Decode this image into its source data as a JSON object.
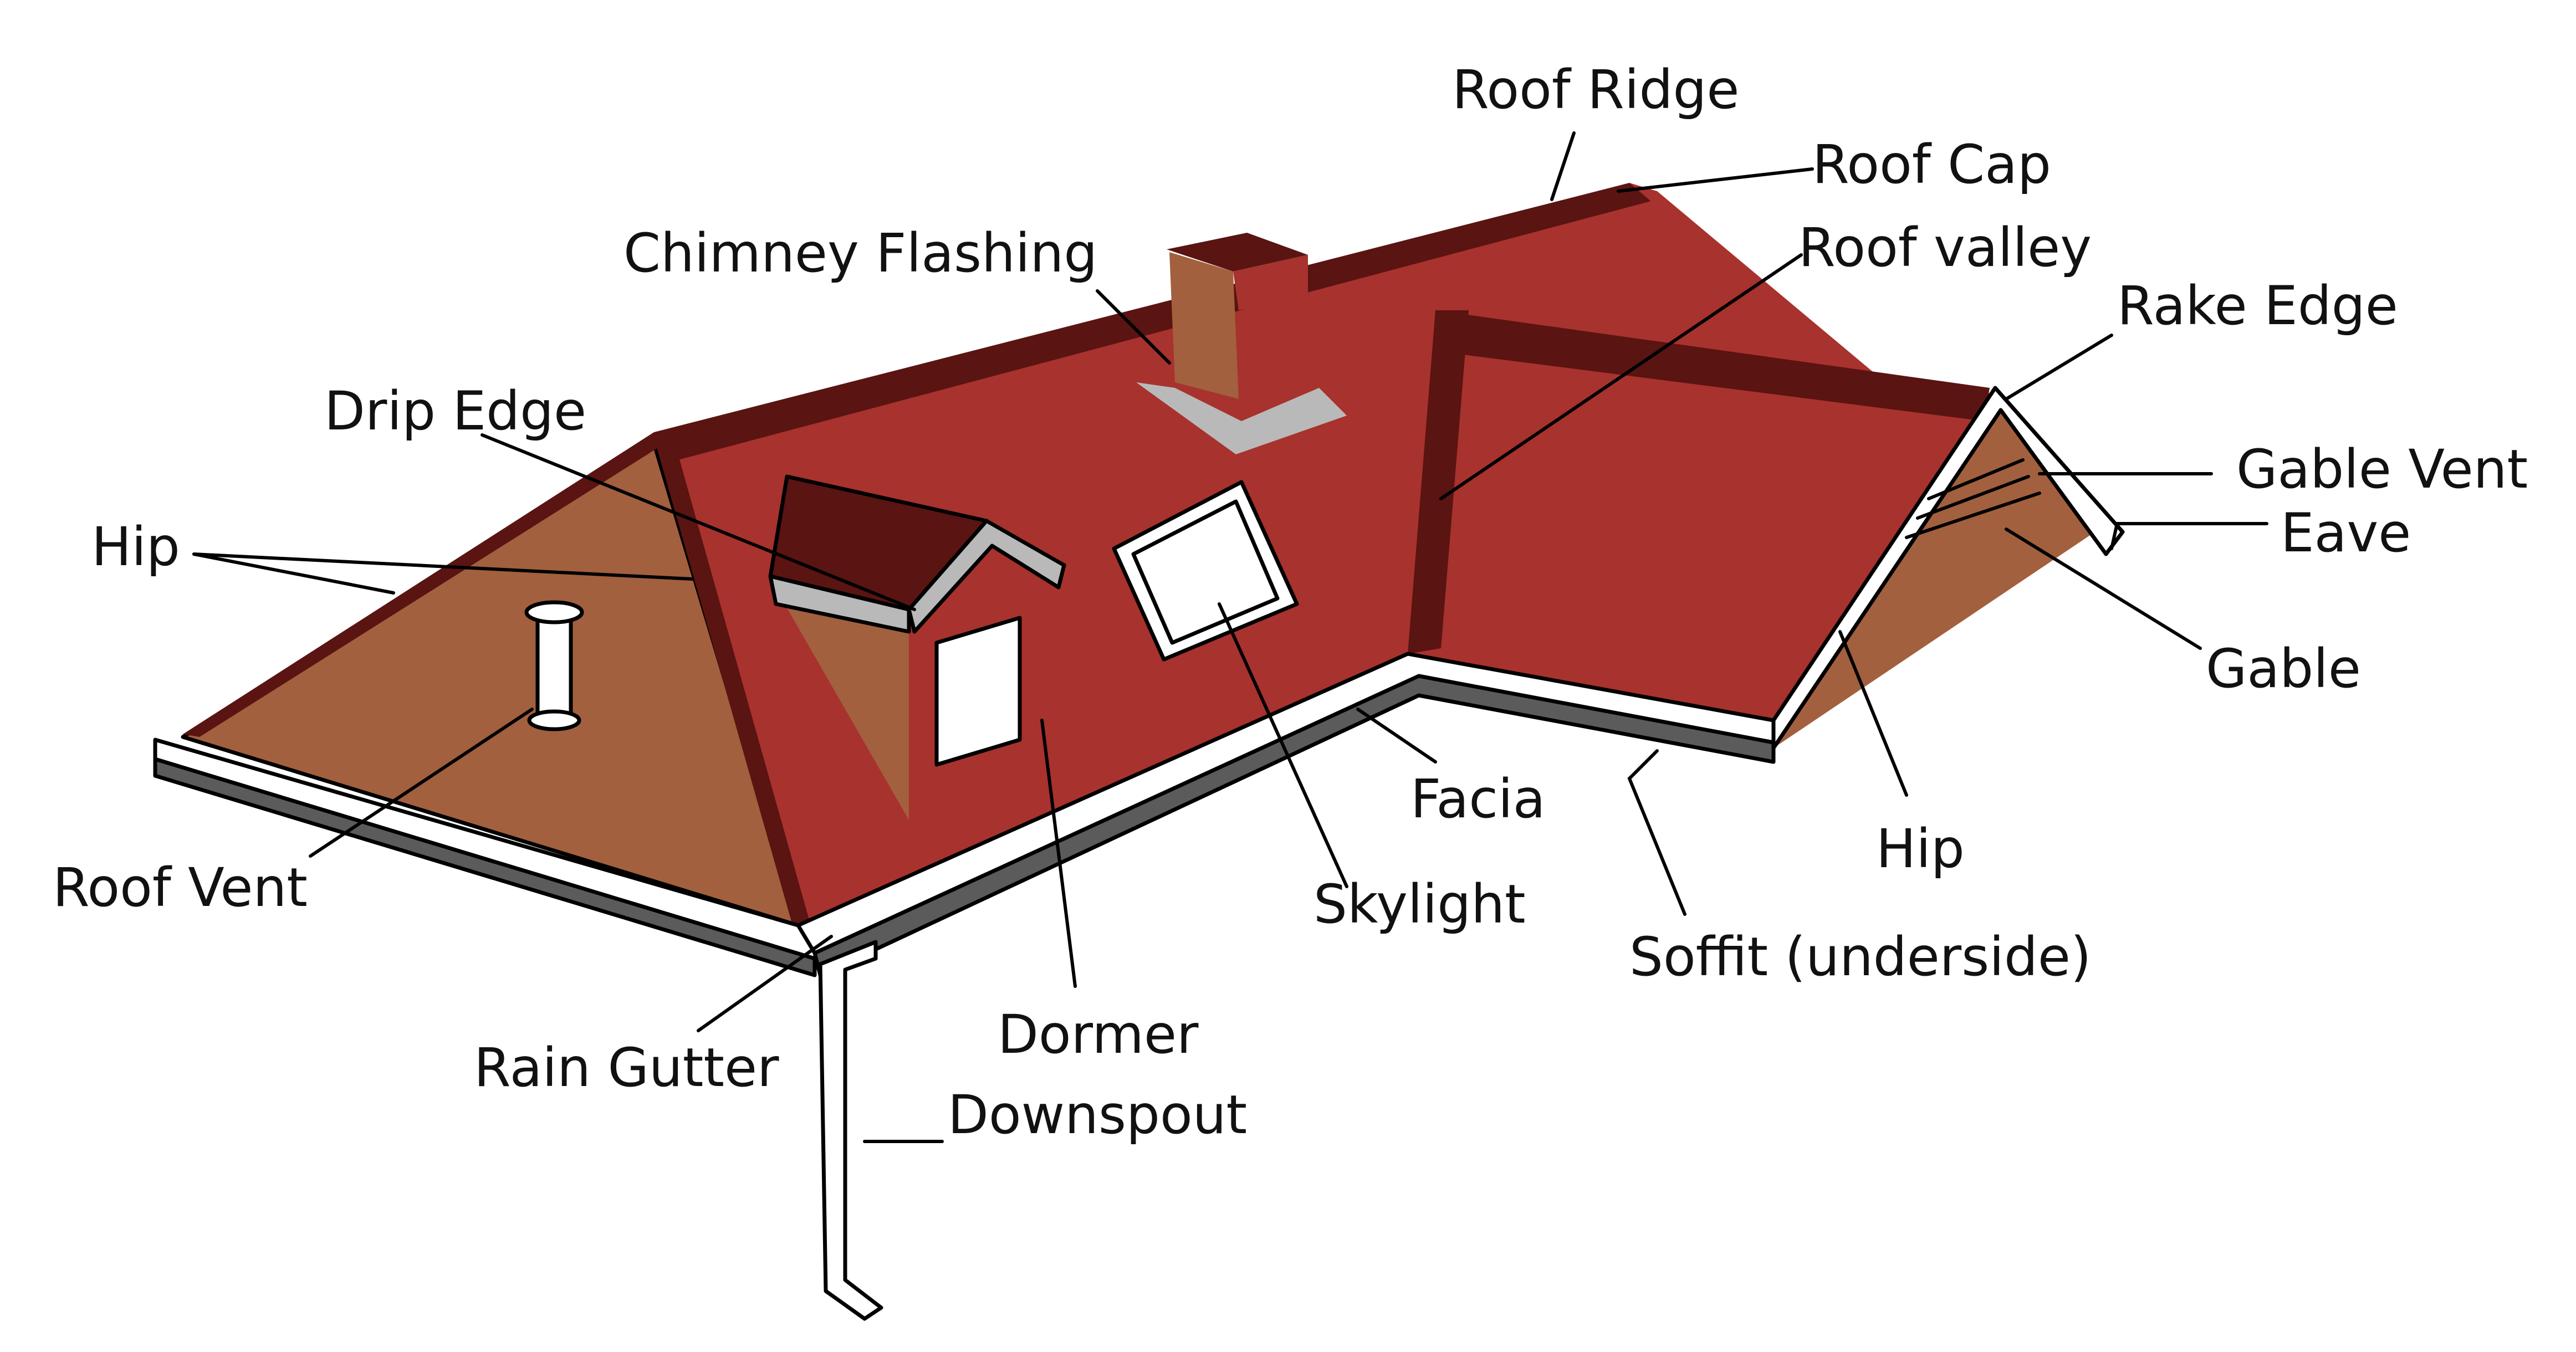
{
  "labels": {
    "roof_ridge": "Roof Ridge",
    "roof_cap": "Roof Cap",
    "chimney_flashing": "Chimney Flashing",
    "roof_valley": "Roof valley",
    "rake_edge": "Rake Edge",
    "drip_edge": "Drip Edge",
    "gable_vent": "Gable Vent",
    "hip_left": "Hip",
    "eave": "Eave",
    "gable": "Gable",
    "roof_vent": "Roof Vent",
    "facia": "Facia",
    "skylight": "Skylight",
    "hip_right": "Hip",
    "soffit": "Soffit (underside)",
    "dormer": "Dormer",
    "rain_gutter": "Rain Gutter",
    "downspout": "Downspout"
  },
  "colors": {
    "roof_main": "#A8322D",
    "roof_dark": "#5A1412",
    "hip_face": "#A2603E",
    "chimney": "#A2603E",
    "flashing": "#B9B9B9",
    "gutter_dark": "#5B5B5B",
    "white": "#FFFFFF",
    "line": "#000000"
  }
}
